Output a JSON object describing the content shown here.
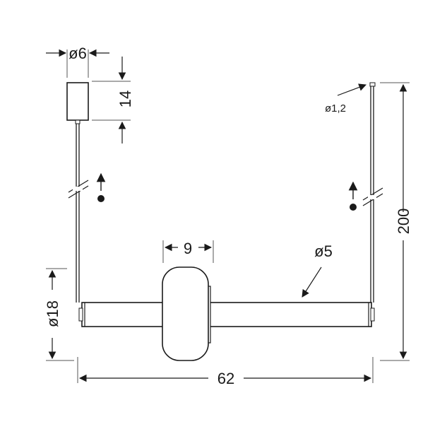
{
  "dimensions": {
    "canopy_diameter": "ø6",
    "canopy_height": "14",
    "cable_diameter": "ø1,2",
    "total_height": "200",
    "shade_width": "9",
    "tube_diameter": "ø5",
    "shade_diameter": "ø18",
    "total_length": "62"
  },
  "colors": {
    "line": "#1a1a1a",
    "stroke_gray": "#555555"
  }
}
